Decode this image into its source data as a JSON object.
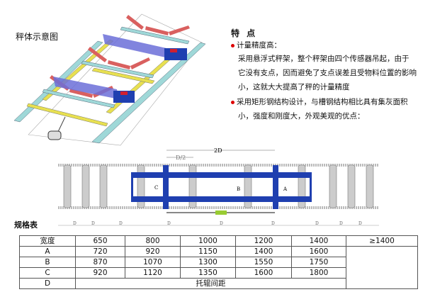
{
  "iso_title": "秤体示意图",
  "features": {
    "title": "特 点",
    "items": [
      {
        "heading": "计量精度高：",
        "lines": [
          "采用悬浮式秤架，整个秤架由四个传感器吊起，由于",
          "它没有支点，因而避免了支点误差且受物料位置的影响",
          "小，这就大大提高了秤的计量精度"
        ]
      },
      {
        "heading": "采用矩形钢结构设计，与槽钢结构相比具有集灰面积",
        "lines": [
          "小，强度和刚度大，外观美观的优点："
        ]
      }
    ]
  },
  "diagram": {
    "label_2d": "2D",
    "label_d2": "D/2",
    "label_a": "A",
    "label_b": "B",
    "label_c": "C",
    "label_d": "D"
  },
  "spec": {
    "title": "规格表",
    "header": [
      "宽度",
      "650",
      "800",
      "1000",
      "1200",
      "1400",
      "≥1400"
    ],
    "rows": [
      [
        "A",
        "720",
        "920",
        "1150",
        "1400",
        "1600",
        ""
      ],
      [
        "B",
        "870",
        "1070",
        "1300",
        "1550",
        "1750",
        ""
      ],
      [
        "C",
        "920",
        "1120",
        "1350",
        "1600",
        "1800",
        ""
      ]
    ],
    "d_row": [
      "D",
      "托辊间距"
    ]
  },
  "colors": {
    "frame_blue": "#1f3fb0",
    "roller_red": "#d9605f",
    "rail_cyan": "#9fd8d8",
    "yellow": "#e8e050"
  }
}
